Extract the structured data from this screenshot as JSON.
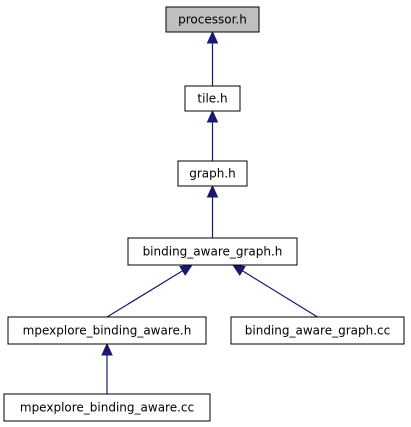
{
  "diagram": {
    "nodes": [
      {
        "id": "processor",
        "label": "processor.h",
        "highlighted": true
      },
      {
        "id": "tile",
        "label": "tile.h",
        "highlighted": false
      },
      {
        "id": "graph",
        "label": "graph.h",
        "highlighted": false
      },
      {
        "id": "bag_h",
        "label": "binding_aware_graph.h",
        "highlighted": false
      },
      {
        "id": "mpba_h",
        "label": "mpexplore_binding_aware.h",
        "highlighted": false
      },
      {
        "id": "bag_cc",
        "label": "binding_aware_graph.cc",
        "highlighted": false
      },
      {
        "id": "mpba_cc",
        "label": "mpexplore_binding_aware.cc",
        "highlighted": false
      }
    ],
    "edges": [
      {
        "from": "tile",
        "to": "processor"
      },
      {
        "from": "graph",
        "to": "tile"
      },
      {
        "from": "bag_h",
        "to": "graph"
      },
      {
        "from": "mpba_h",
        "to": "bag_h"
      },
      {
        "from": "bag_cc",
        "to": "bag_h"
      },
      {
        "from": "mpba_cc",
        "to": "mpba_h"
      }
    ],
    "colors": {
      "highlighted_fill": "#bfbfbf",
      "node_fill": "#ffffff",
      "edge": "#191970"
    }
  }
}
